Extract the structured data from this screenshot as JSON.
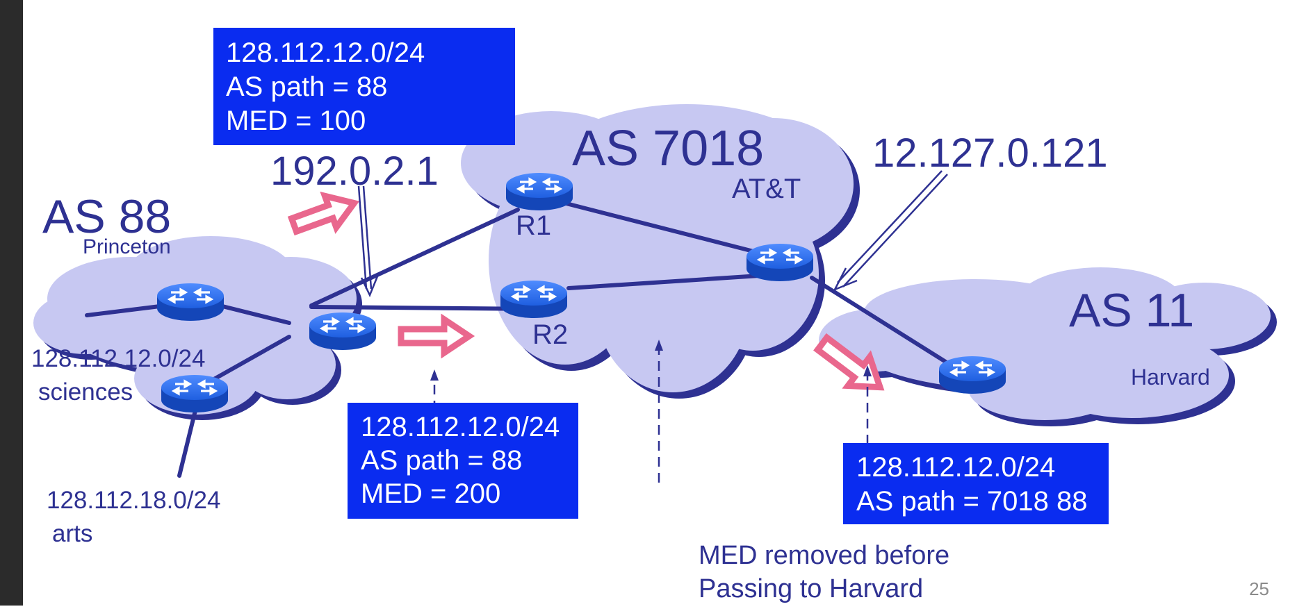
{
  "slide": {
    "page_number": "25"
  },
  "as88": {
    "name": "AS 88",
    "org": "Princeton",
    "prefix_sciences": "128.112.12.0/24",
    "label_sciences": "sciences",
    "prefix_arts": "128.112.18.0/24",
    "label_arts": "arts"
  },
  "as7018": {
    "name": "AS 7018",
    "org": "AT&T",
    "router_r1": "R1",
    "router_r2": "R2"
  },
  "as11": {
    "name": "AS 11",
    "org": "Harvard"
  },
  "addresses": {
    "left_nexthop": "192.0.2.1",
    "right_nexthop": "12.127.0.121"
  },
  "box_r1": {
    "line1": "128.112.12.0/24",
    "line2": "AS path = 88",
    "line3": "MED = 100"
  },
  "box_r2": {
    "line1": "128.112.12.0/24",
    "line2": "AS path = 88",
    "line3": "MED = 200"
  },
  "box_harvard": {
    "line1": "128.112.12.0/24",
    "line2": "AS path = 7018 88"
  },
  "note": {
    "line1": "MED removed before",
    "line2": "Passing to Harvard"
  },
  "colors": {
    "text": "#2e3192",
    "cloud": "#c7c8f2",
    "box": "#0a2cf0",
    "arrow": "#e9678d",
    "router": "#1f63e8"
  }
}
